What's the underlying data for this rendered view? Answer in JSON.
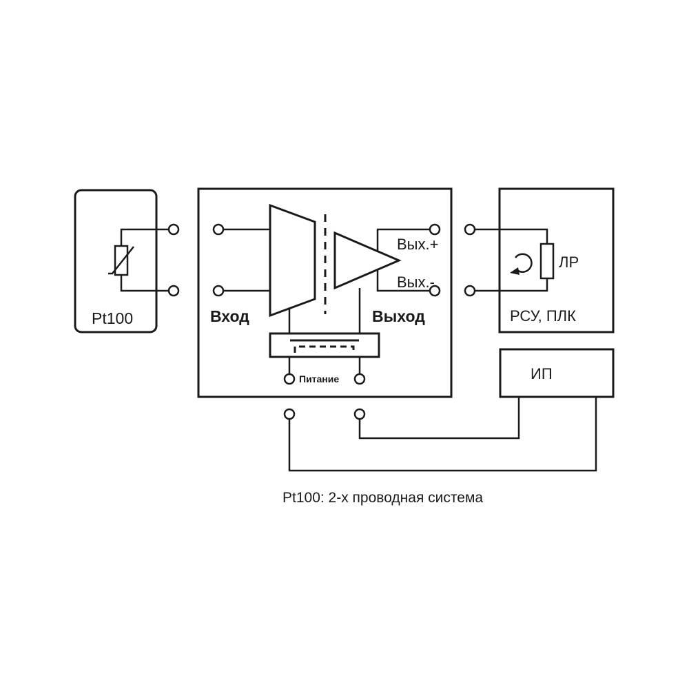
{
  "sensor": {
    "label": "Pt100"
  },
  "converter": {
    "input_label": "Вход",
    "output_label": "Выход",
    "out_plus": "Вых.+",
    "out_minus": "Вых.-",
    "power_label": "Питание"
  },
  "receiver": {
    "label": "РСУ, ПЛК",
    "load_label": "ЛР"
  },
  "power_supply": {
    "label": "ИП"
  },
  "caption": "Pt100: 2-х проводная система"
}
